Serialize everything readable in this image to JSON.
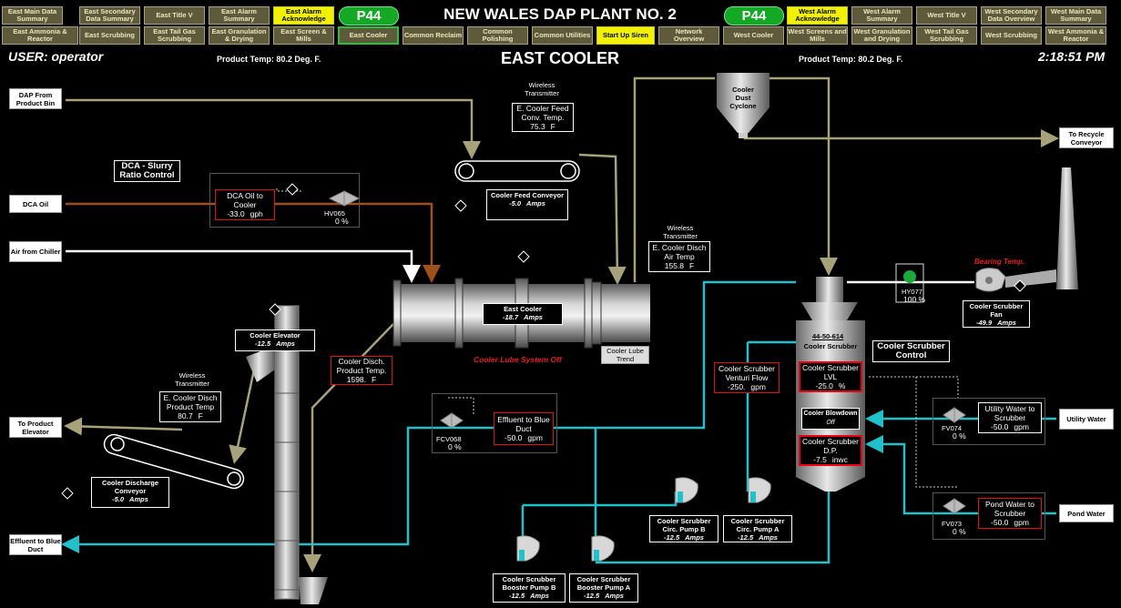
{
  "header": {
    "title": "NEW WALES DAP PLANT NO. 2",
    "badge_left": "P44",
    "badge_right": "P44",
    "nav_row1_left": [
      "East Main Data Summary",
      "East Secondary Data Summary",
      "East Title V",
      "East Alarm Summary",
      "East Alarm Acknowledge"
    ],
    "nav_row1_right": [
      "West Alarm Acknowledge",
      "West Alarm Summary",
      "West Title V",
      "West Secondary Data Overview",
      "West Main Data Summary"
    ],
    "nav_row2": [
      "East Ammonia & Reactor",
      "East Scrubbing",
      "East Tail Gas Scrubbing",
      "East Granulation & Drying",
      "East Screen & Mills",
      "East Cooler",
      "Common Reclaim",
      "Common Polishing",
      "Common Utilities",
      "Start Up Siren",
      "Network Overview",
      "West Cooler",
      "West Screens and Mills",
      "West Granulation and Drying",
      "West Tail Gas Scrubbing",
      "West Scrubbing",
      "West Ammonia & Reactor"
    ]
  },
  "status": {
    "user_label": "USER: operator",
    "screen_title": "EAST COOLER",
    "product_temp_left": "Product Temp: 80.2 Deg. F.",
    "product_temp_right": "Product Temp: 80.2 Deg. F.",
    "clock": "2:18:51 PM"
  },
  "sources": {
    "dap_from": "DAP From Product Bin",
    "dca_oil": "DCA Oil",
    "air_from": "Air from Chiller",
    "to_product": "To Product Elevator",
    "effluent_blue": "Effluent to Blue Duct",
    "to_recycle": "To Recycle Conveyor",
    "utility_water": "Utility Water",
    "pond_water": "Pond Water"
  },
  "dca": {
    "ratio_title": "DCA - Slurry Ratio Control",
    "oil_label": "DCA Oil to Cooler",
    "oil_value": "-33.0",
    "oil_unit": "gph",
    "valve_tag": "HV065",
    "valve_pct": "0 %"
  },
  "feed": {
    "wt_label": "Wireless Transmitter",
    "temp_label": "E. Cooler Feed Conv. Temp.",
    "temp_value": "75.3",
    "temp_unit": "F",
    "conveyor_label": "Cooler Feed Conveyor",
    "conveyor_value": "-5.0",
    "conveyor_unit": "Amps"
  },
  "disch_air": {
    "wt_label": "Wireless Transmitter",
    "label": "E. Cooler Disch Air Temp",
    "value": "155.8",
    "unit": "F"
  },
  "cooler": {
    "label": "East Cooler",
    "value": "-18.7",
    "unit": "Amps",
    "lube_status": "Cooler Lube System Off",
    "lube_trend": "Cooler Lube Trend"
  },
  "cyclone": {
    "label": "Cooler Dust Cyclone"
  },
  "elevator": {
    "label": "Cooler Elevator",
    "value": "-12.5",
    "unit": "Amps"
  },
  "disch_product": {
    "label": "Cooler Disch. Product Temp.",
    "value": "1598.",
    "unit": "F"
  },
  "disch_wt": {
    "wt_label": "Wireless Transmitter",
    "label": "E. Cooler Disch Product Temp",
    "value": "80.7",
    "unit": "F"
  },
  "disch_conveyor": {
    "label": "Cooler Discharge Conveyor",
    "value": "-5.0",
    "unit": "Amps"
  },
  "effluent": {
    "valve_tag": "FCV068",
    "valve_pct": "0 %",
    "label": "Effluent to Blue Duct",
    "value": "-50.0",
    "unit": "gpm"
  },
  "venturi": {
    "label": "Cooler Scrubber Venturi Flow",
    "value": "-250.",
    "unit": "gpm"
  },
  "scrubber": {
    "tag": "44-50-614",
    "label": "Cooler Scrubber",
    "control": "Cooler Scrubber Control",
    "lvl_label": "Cooler Scrubber LVL",
    "lvl_value": "-25.0",
    "lvl_unit": "%",
    "blowdown_label": "Cooler Blowdown",
    "blowdown_state": "Off",
    "dp_label": "Cooler Scrubber D.P.",
    "dp_value": "-7.5",
    "dp_unit": "inwc"
  },
  "fan": {
    "damper_tag": "HY077",
    "damper_pct": "100 %",
    "bearing_label": "Bearing Temp.",
    "label": "Cooler Scrubber Fan",
    "value": "-49.9",
    "unit": "Amps"
  },
  "utility": {
    "valve_tag": "FV074",
    "valve_pct": "0 %",
    "label": "Utility Water to Scrubber",
    "value": "-50.0",
    "unit": "gpm"
  },
  "pond": {
    "valve_tag": "FV073",
    "valve_pct": "0 %",
    "label": "Pond Water to Scrubber",
    "value": "-50.0",
    "unit": "gpm"
  },
  "pumps": {
    "circ_b_label": "Cooler Scrubber Circ. Pump B",
    "circ_b_value": "-12.5",
    "circ_a_label": "Cooler Scrubber Circ. Pump A",
    "circ_a_value": "-12.5",
    "boost_b_label": "Cooler Scrubber Booster Pump B",
    "boost_b_value": "-12.5",
    "boost_a_label": "Cooler Scrubber Booster Pump A",
    "boost_a_value": "-12.5",
    "unit": "Amps"
  },
  "colors": {
    "background": "#000000",
    "nav": "#5f5a3c",
    "highlight": "#f2f200",
    "badge": "#14a826",
    "water": "#22c0c8",
    "solids": "#a8a27a",
    "oil": "#8b4513",
    "alarm": "#e02020"
  }
}
